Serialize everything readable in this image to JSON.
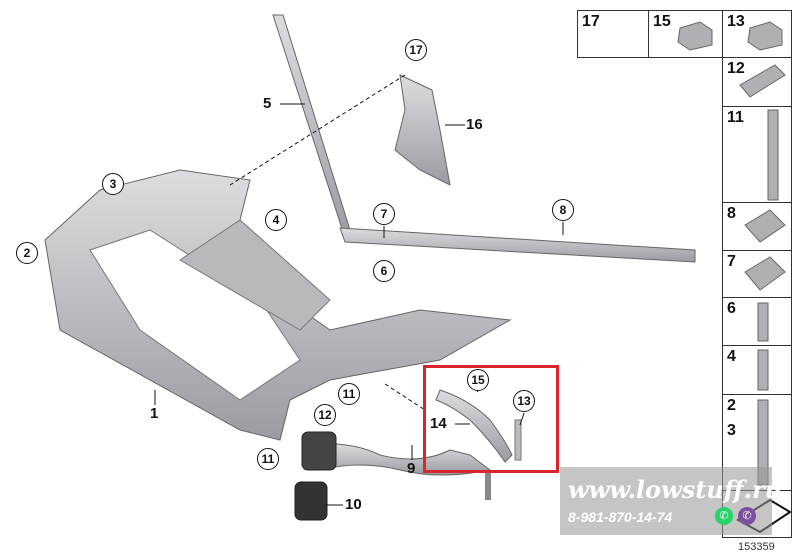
{
  "diagram": {
    "callouts": [
      "17",
      "3",
      "4",
      "2",
      "7",
      "6",
      "8",
      "11",
      "15",
      "13",
      "12",
      "11"
    ],
    "labels": {
      "part5": "5",
      "part16": "16",
      "part1": "1",
      "part14": "14",
      "part9": "9",
      "part10": "10"
    },
    "highlight_color": "#d9252b"
  },
  "parts_table": {
    "top_row": [
      "17",
      "15",
      "13"
    ],
    "column": [
      "12",
      "11",
      "8",
      "7",
      "6",
      "4"
    ],
    "combo": [
      "2",
      "3"
    ]
  },
  "watermark": {
    "url": "www.lowstuff.ru",
    "phone": "8-981-870-14-74",
    "icons": [
      "whatsapp-icon",
      "viber-icon"
    ]
  },
  "doc_id": "153359"
}
